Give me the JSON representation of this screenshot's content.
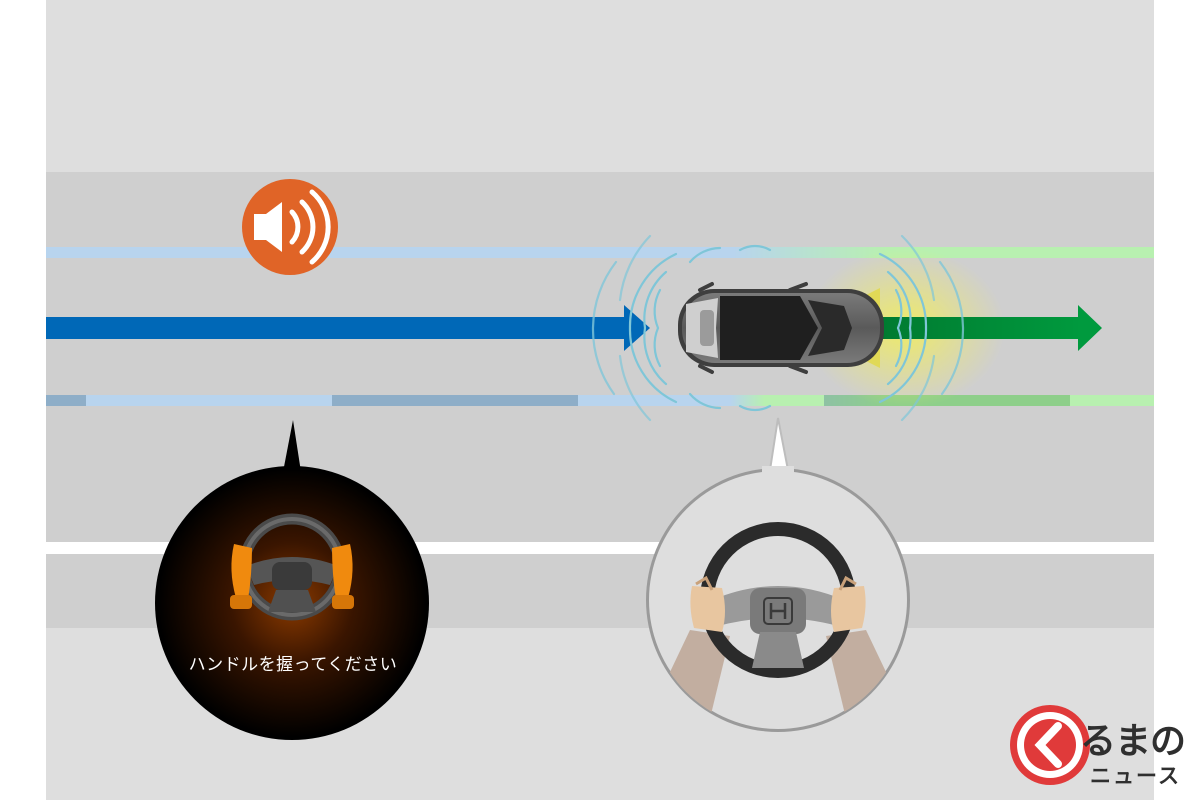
{
  "warning_display": {
    "message": "ハンドルを握ってください"
  },
  "logo": {
    "main_text": "るまの",
    "sub_text": "ニュース"
  },
  "colors": {
    "road": "#cfcfcf",
    "shoulder": "#dedede",
    "blue_arrow": "#0068b7",
    "green_arrow": "#009a3e",
    "lane_blue": "#b8d4ee",
    "lane_green": "#b8f0b0",
    "sound_badge": "#e06427",
    "sensor_waves": "#7fc6d8",
    "hands_orange": "#f08a0e",
    "logo_red": "#e03a3a"
  },
  "icons": [
    "speaker-icon",
    "steering-wheel-icon",
    "car-icon",
    "honda-emblem-icon",
    "kurumano-logo-icon"
  ]
}
